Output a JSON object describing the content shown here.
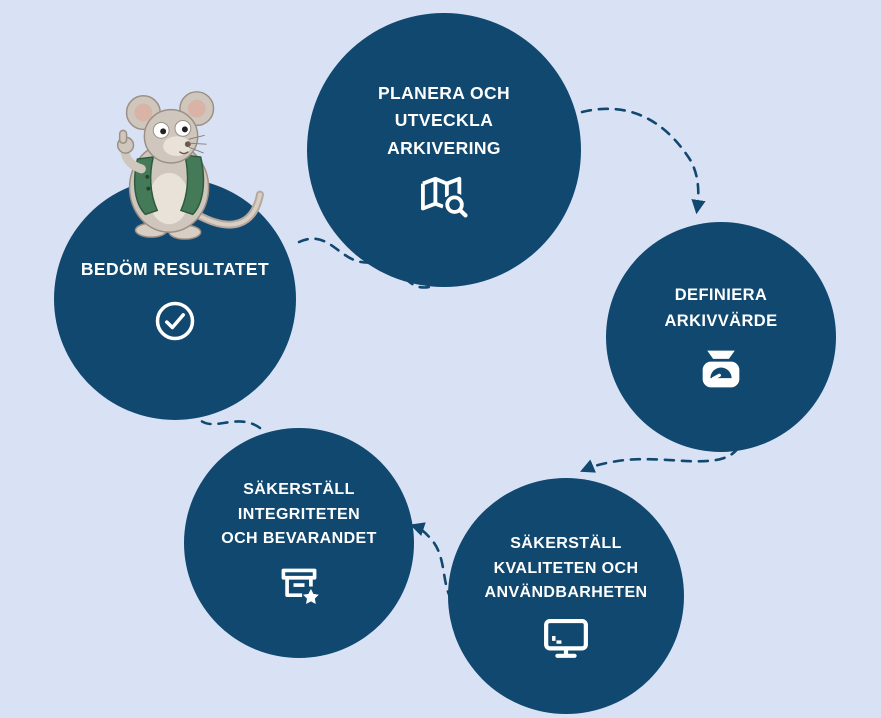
{
  "colors": {
    "background": "#d9e2f5",
    "circle": "#11486f",
    "text": "#ffffff",
    "arrow": "#11486f",
    "vest_green": "#457a58",
    "mouse_gray": "#cfc6bd"
  },
  "diagram": {
    "type": "process-cycle",
    "description_lang": "sv"
  },
  "steps": [
    {
      "name": "planera-och-utveckla-arkivering",
      "lines": [
        "PLANERA OCH",
        "UTVECKLA",
        "ARKIVERING"
      ],
      "icon": "map-search-icon"
    },
    {
      "name": "definiera-arkivvarde",
      "lines": [
        "DEFINIERA",
        "ARKIVVÄRDE"
      ],
      "icon": "scale-icon"
    },
    {
      "name": "sakerstall-kvaliteten-och-anvandbarheten",
      "lines": [
        "SÄKERSTÄLL",
        "KVALITETEN OCH",
        "ANVÄNDBARHETEN"
      ],
      "icon": "monitor-icon"
    },
    {
      "name": "sakerstall-integriteten-och-bevarandet",
      "lines": [
        "SÄKERSTÄLL",
        "INTEGRITETEN",
        "OCH BEVARANDET"
      ],
      "icon": "archive-star-icon"
    },
    {
      "name": "bedom-resultatet",
      "lines": [
        "BEDÖM RESULTATET"
      ],
      "icon": "check-circle-icon"
    }
  ],
  "illustration": {
    "name": "mouse-mascot"
  }
}
